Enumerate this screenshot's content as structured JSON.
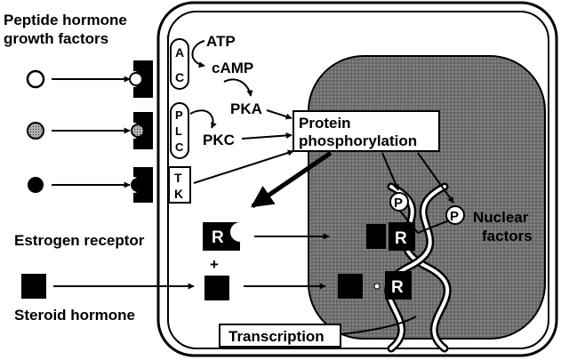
{
  "labels": {
    "peptide_line1": "Peptide hormone",
    "peptide_line2": "growth factors",
    "atp": "ATP",
    "camp": "cAMP",
    "pka": "PKA",
    "pkc": "PKC",
    "protein_line1": "Protein",
    "protein_line2": "phosphorylation",
    "estrogen_receptor": "Estrogen receptor",
    "plus": "+",
    "steroid_hormone": "Steroid hormone",
    "transcription": "Transcription",
    "nuclear_line1": "Nuclear",
    "nuclear_line2": "factors"
  },
  "receptor_letters": {
    "ac": [
      "A",
      "C"
    ],
    "plc": [
      "P",
      "L",
      "C"
    ],
    "tk": [
      "T",
      "K"
    ]
  },
  "receptor_symbol": "R",
  "phospho_symbol": "P",
  "colors": {
    "ink": "#000000",
    "paper": "#ffffff",
    "nucleus": "#6f6f6f"
  }
}
